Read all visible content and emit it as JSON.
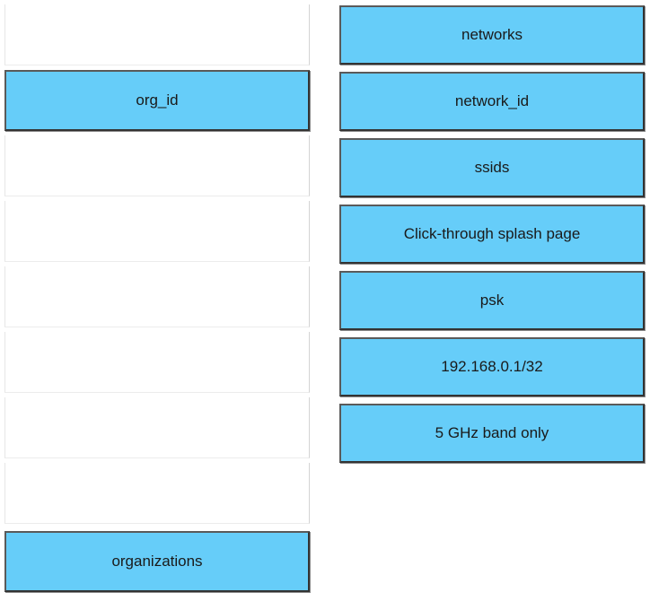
{
  "targets": {
    "slot_1": "",
    "slot_2": "org_id",
    "slot_3": "",
    "slot_4": "",
    "slot_5": "",
    "slot_6": "",
    "slot_7": "",
    "slot_8": "",
    "slot_9": "organizations"
  },
  "options": {
    "opt_1": "networks",
    "opt_2": "network_id",
    "opt_3": "ssids",
    "opt_4": "Click-through splash page",
    "opt_5": "psk",
    "opt_6": "192.168.0.1/32",
    "opt_7": "5 GHz band only"
  }
}
